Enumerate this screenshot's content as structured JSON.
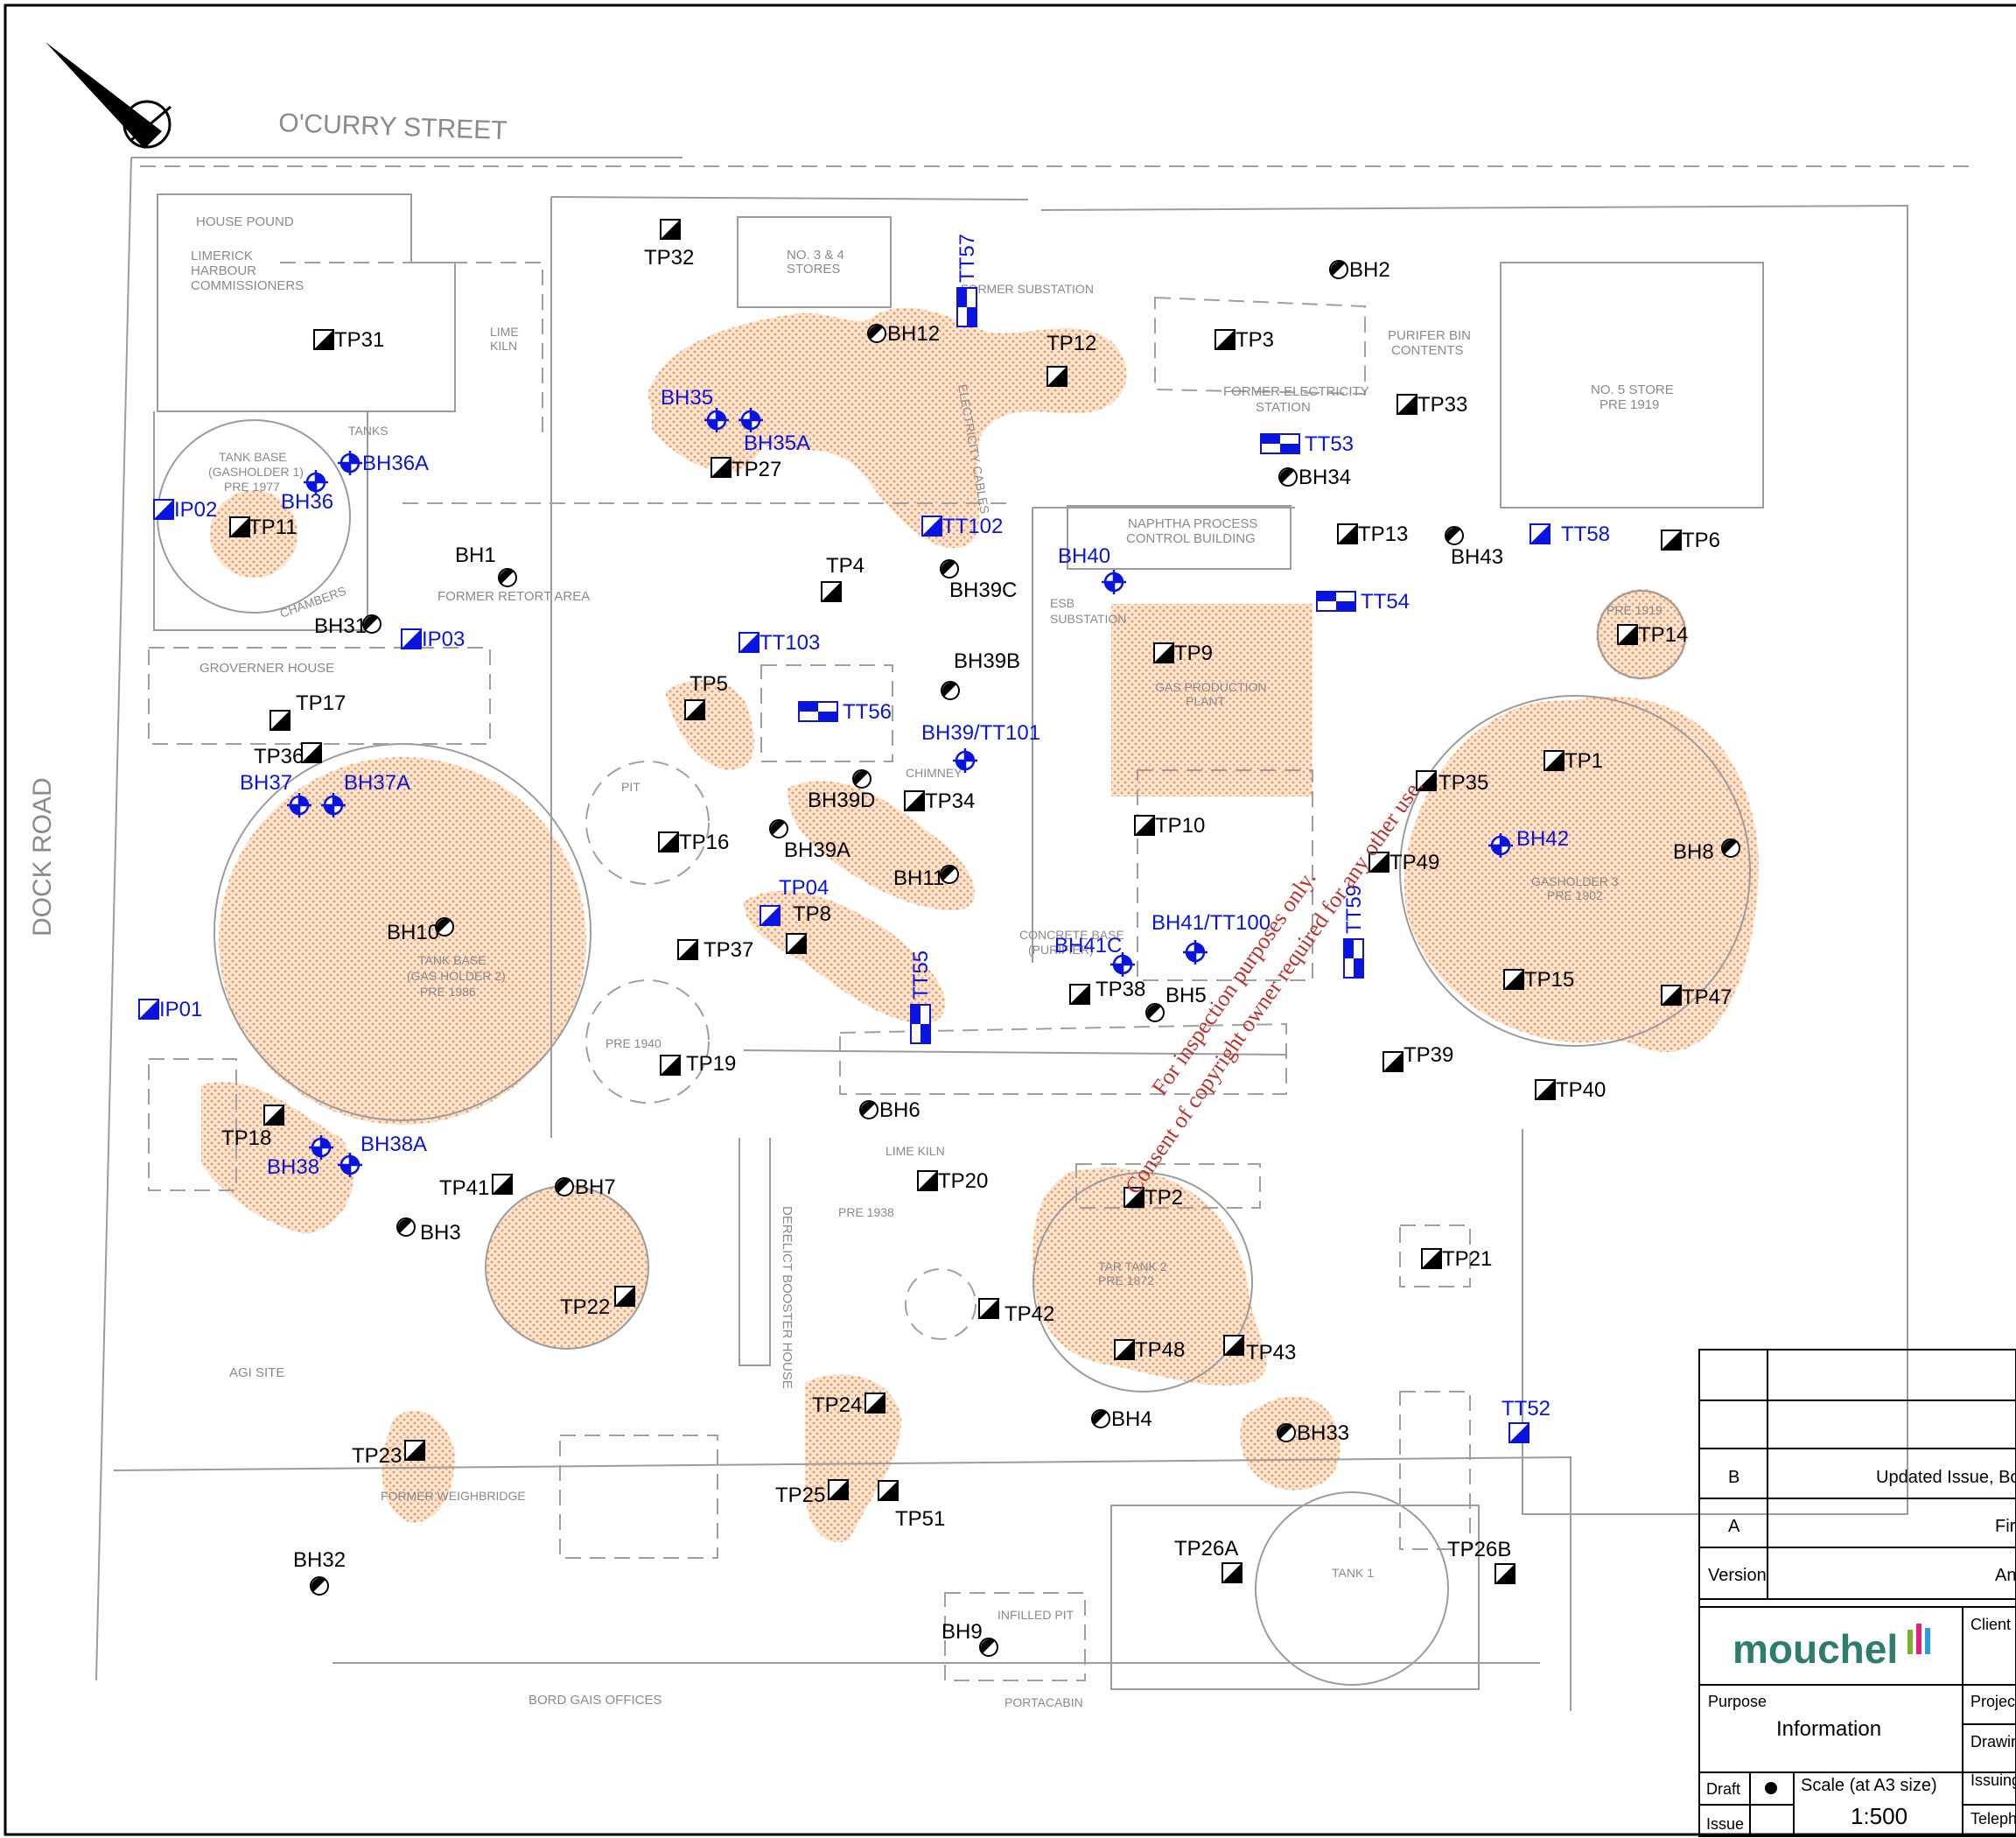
{
  "streets": {
    "north": "O'CURRY STREET",
    "west": "DOCK ROAD"
  },
  "structures": [
    "HOUSE POUND",
    "LIMERICK",
    "HARBOUR",
    "COMMISSIONERS",
    "LIME",
    "KILN",
    "NO. 3 & 4",
    "STORES",
    "TANKS",
    "TANK BASE",
    "(GASHOLDER 1)",
    "PRE 1977",
    "CHAMBERS",
    "FORMER RETORT AREA",
    "GROVERNER HOUSE",
    "FORMER ELECTRICITY",
    "STATION",
    "PURIFER BIN",
    "CONTENTS",
    "NO. 5 STORE",
    "PRE 1919",
    "NAPHTHA PROCESS",
    "CONTROL BUILDING",
    "ESB",
    "SUBSTATION",
    "GAS PRODUCTION",
    "PLANT",
    "CHIMNEY",
    "CONCRETE BASE",
    "(PURIFIER)",
    "GASHOLDER 3",
    "PRE 1902",
    "TANK BASE",
    "(GAS HOLDER 2)",
    "PRE 1986",
    "PIT",
    "PRE 1940",
    "LIME KILN",
    "DERELICT BOOSTER HOUSE",
    "PRE 1938",
    "TAR TANK 2",
    "PRE 1872",
    "AGI SITE",
    "FORMER WEIGHBRIDGE",
    "TANK 1",
    "INFILLED PIT",
    "PORTACABIN",
    "BORD GAIS OFFICES",
    "FORMER SUBSTATION",
    "ELECTRICITY CABLES",
    "PRE 1919"
  ],
  "points": [
    {
      "id": "TP32",
      "type": "tp"
    },
    {
      "id": "TP31",
      "type": "tp"
    },
    {
      "id": "TP11",
      "type": "tp"
    },
    {
      "id": "TP27",
      "type": "tp"
    },
    {
      "id": "TP12",
      "type": "tp"
    },
    {
      "id": "TP3",
      "type": "tp"
    },
    {
      "id": "TP33",
      "type": "tp"
    },
    {
      "id": "TP13",
      "type": "tp"
    },
    {
      "id": "TP6",
      "type": "tp"
    },
    {
      "id": "TP4",
      "type": "tp"
    },
    {
      "id": "TP9",
      "type": "tp"
    },
    {
      "id": "TP14",
      "type": "tp"
    },
    {
      "id": "TP5",
      "type": "tp"
    },
    {
      "id": "TP17",
      "type": "tp"
    },
    {
      "id": "TP36",
      "type": "tp"
    },
    {
      "id": "TP1",
      "type": "tp"
    },
    {
      "id": "TP35",
      "type": "tp"
    },
    {
      "id": "TP34",
      "type": "tp"
    },
    {
      "id": "TP10",
      "type": "tp"
    },
    {
      "id": "TP16",
      "type": "tp"
    },
    {
      "id": "TP49",
      "type": "tp"
    },
    {
      "id": "TP8",
      "type": "tp"
    },
    {
      "id": "TP37",
      "type": "tp"
    },
    {
      "id": "TP38",
      "type": "tp"
    },
    {
      "id": "TP15",
      "type": "tp"
    },
    {
      "id": "TP47",
      "type": "tp"
    },
    {
      "id": "TP19",
      "type": "tp"
    },
    {
      "id": "TP39",
      "type": "tp"
    },
    {
      "id": "TP40",
      "type": "tp"
    },
    {
      "id": "TP18",
      "type": "tp"
    },
    {
      "id": "TP41",
      "type": "tp"
    },
    {
      "id": "TP20",
      "type": "tp"
    },
    {
      "id": "TP2",
      "type": "tp"
    },
    {
      "id": "TP21",
      "type": "tp"
    },
    {
      "id": "TP22",
      "type": "tp"
    },
    {
      "id": "TP42",
      "type": "tp"
    },
    {
      "id": "TP48",
      "type": "tp"
    },
    {
      "id": "TP43",
      "type": "tp"
    },
    {
      "id": "TP24",
      "type": "tp"
    },
    {
      "id": "TP23",
      "type": "tp"
    },
    {
      "id": "TP25",
      "type": "tp"
    },
    {
      "id": "TP51",
      "type": "tp"
    },
    {
      "id": "TP26A",
      "type": "tp"
    },
    {
      "id": "TP26B",
      "type": "tp"
    },
    {
      "id": "BH2",
      "type": "bh"
    },
    {
      "id": "BH12",
      "type": "bh"
    },
    {
      "id": "BH34",
      "type": "bh"
    },
    {
      "id": "BH43",
      "type": "bh"
    },
    {
      "id": "BH1",
      "type": "bh"
    },
    {
      "id": "BH39C",
      "type": "bh"
    },
    {
      "id": "BH31",
      "type": "bh"
    },
    {
      "id": "BH39B",
      "type": "bh"
    },
    {
      "id": "BH39D",
      "type": "bh"
    },
    {
      "id": "BH39A",
      "type": "bh"
    },
    {
      "id": "BH11",
      "type": "bh"
    },
    {
      "id": "BH8",
      "type": "bh"
    },
    {
      "id": "BH10",
      "type": "bh"
    },
    {
      "id": "BH5",
      "type": "bh"
    },
    {
      "id": "BH6",
      "type": "bh"
    },
    {
      "id": "BH7",
      "type": "bh"
    },
    {
      "id": "BH3",
      "type": "bh"
    },
    {
      "id": "BH4",
      "type": "bh"
    },
    {
      "id": "BH33",
      "type": "bh"
    },
    {
      "id": "BH32",
      "type": "bh"
    },
    {
      "id": "BH9",
      "type": "bh"
    },
    {
      "id": "BH35",
      "type": "new_bh"
    },
    {
      "id": "BH35A",
      "type": "new_bh"
    },
    {
      "id": "BH36A",
      "type": "new_bh"
    },
    {
      "id": "BH36",
      "type": "new_bh"
    },
    {
      "id": "BH40",
      "type": "new_bh"
    },
    {
      "id": "BH39/TT101",
      "type": "new_bh"
    },
    {
      "id": "BH37",
      "type": "new_bh"
    },
    {
      "id": "BH37A",
      "type": "new_bh"
    },
    {
      "id": "BH42",
      "type": "new_bh"
    },
    {
      "id": "BH41/TT100",
      "type": "new_bh"
    },
    {
      "id": "BH41C",
      "type": "new_bh"
    },
    {
      "id": "BH38",
      "type": "new_bh"
    },
    {
      "id": "BH38A",
      "type": "new_bh"
    },
    {
      "id": "IP02",
      "type": "ip"
    },
    {
      "id": "IP03",
      "type": "ip"
    },
    {
      "id": "IP01",
      "type": "ip"
    },
    {
      "id": "TP04",
      "type": "ip"
    },
    {
      "id": "TT102",
      "type": "ip"
    },
    {
      "id": "TT103",
      "type": "ip"
    },
    {
      "id": "TT58",
      "type": "ip"
    },
    {
      "id": "TT52",
      "type": "ip"
    },
    {
      "id": "TT57",
      "type": "tt"
    },
    {
      "id": "TT53",
      "type": "tt"
    },
    {
      "id": "TT54",
      "type": "tt"
    },
    {
      "id": "TT56",
      "type": "tt"
    },
    {
      "id": "TT55",
      "type": "tt"
    },
    {
      "id": "TT59",
      "type": "tt"
    }
  ],
  "watermark": {
    "line1": "For inspection purposes only.",
    "line2": "Consent of copyright owner required for any other use."
  },
  "title_block": {
    "revision_b": "Updated Issue, Bore",
    "revision_a": "Fir",
    "version_label": "Version",
    "version_value": "An",
    "rev_b": "B",
    "rev_a": "A",
    "logo": "mouchel",
    "client_label": "Client",
    "purpose_label": "Purpose",
    "purpose_value": "Information",
    "project_label": "Project",
    "drawing_label": "Drawing",
    "draft_label": "Draft",
    "issue_label": "Issue",
    "scale_label": "Scale (at A3 size)",
    "scale_value": "1:500",
    "issuing_label": "Issuing",
    "telephone_label": "Telepho"
  },
  "colors": {
    "contamination": "#f0a060",
    "blue_points": "#0a14e0",
    "watermark": "#c0302a",
    "outline": "#9c9c9c"
  }
}
